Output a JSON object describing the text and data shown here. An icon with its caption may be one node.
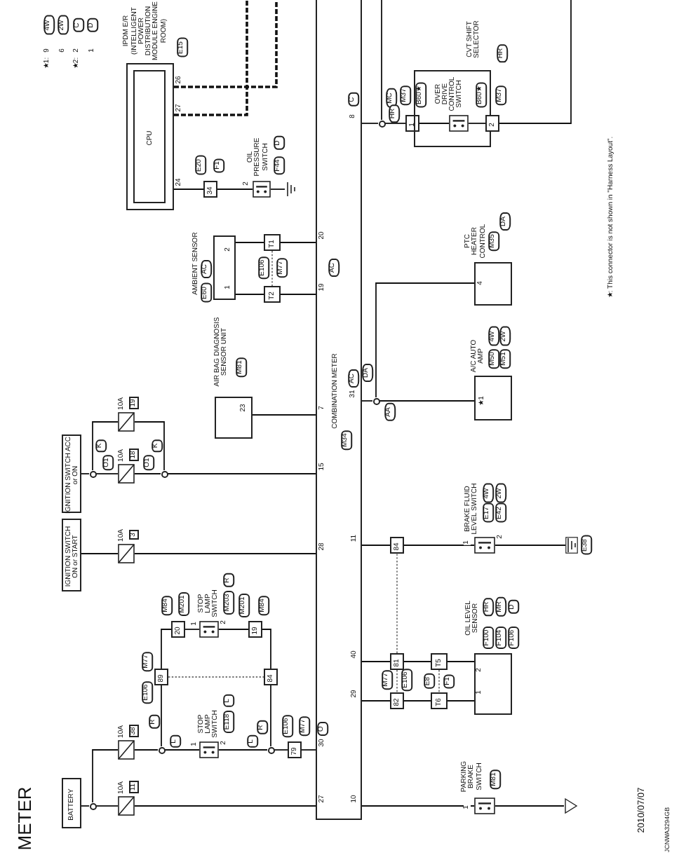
{
  "diagram": {
    "title": "METER",
    "nodes": [
      {
        "text": [
          "BATTERY"
        ]
      },
      {
        "text": [
          "IGNITION SWITCH ON or START"
        ]
      },
      {
        "text": [
          "IGNITION SWITCH ACC or ON"
        ]
      },
      {
        "text": [],
        "shape": "circle"
      },
      {
        "text": [
          "10A",
          "11"
        ]
      },
      {
        "text": [
          "10A",
          "38"
        ]
      },
      {
        "text": [
          "10A",
          "3"
        ]
      },
      {
        "text": [
          "10A",
          "18"
        ]
      },
      {
        "text": [
          "10A",
          "19"
        ]
      },
      {
        "text": [],
        "shape": "circle"
      },
      {
        "text": [],
        "shape": "circle"
      },
      {
        "text": [],
        "shape": "circle"
      },
      {
        "text": [
          "STOP LAMP SWITCH"
        ]
      },
      {
        "text": [
          "89"
        ]
      },
      {
        "text": [
          "20"
        ]
      },
      {
        "text": [
          "STOP LAMP SWITCH"
        ]
      },
      {
        "text": [
          "19"
        ]
      },
      {
        "text": [
          "84"
        ]
      },
      {
        "text": [],
        "shape": "circle"
      },
      {
        "text": [
          "79"
        ]
      },
      {
        "text": [
          "COMBINATION METER"
        ]
      },
      {
        "text": [
          "81"
        ]
      },
      {
        "text": [
          "82"
        ]
      },
      {
        "text": [
          "T5"
        ]
      },
      {
        "text": [
          "T6"
        ]
      },
      {
        "text": [
          "OIL LEVEL SENSOR"
        ]
      },
      {
        "text": [
          "BRAKE FLUID LEVEL SWITCH"
        ]
      },
      {
        "text": [],
        "shape": "ground",
        "beside": [
          "E38"
        ]
      },
      {
        "text": [
          "PARKING BRAKE SWITCH"
        ]
      },
      {
        "text": [],
        "shape": "ground"
      },
      {
        "text": [],
        "shape": "circle"
      },
      {
        "text": [
          "A/C AUTO AMP"
        ]
      },
      {
        "text": [
          "PTC HEATER CONTROL"
        ]
      },
      {
        "text": [],
        "shape": "circle"
      },
      {
        "text": [
          "1"
        ]
      },
      {
        "text": [
          "CVT SHIFT SELECTOR"
        ]
      },
      {
        "text": [
          "OVER DRIVE CONTROL SWITCH"
        ],
        "in": 35
      },
      {
        "text": [
          "2"
        ]
      },
      {
        "text": [
          "IPDM E/R (INTELLIGENT POWER DISTRIBUTION MODULE ENGINE ROOM)"
        ]
      },
      {
        "text": [
          "CPU"
        ],
        "in": 38
      },
      {
        "text": [
          "34"
        ]
      },
      {
        "text": [
          "OIL PRESSURE SWITCH"
        ]
      },
      {
        "text": [],
        "shape": "ground"
      },
      {
        "text": [
          "AMBIENT SENSOR"
        ]
      },
      {
        "text": [
          "T1"
        ]
      },
      {
        "text": [
          "T2"
        ]
      },
      {
        "text": [
          "AIR BAG DIAGNOSIS SENSOR UNIT"
        ]
      },
      {
        "text": [
          "84"
        ]
      }
    ],
    "edges": [
      {
        "from": 0,
        "to": 3,
        "arrow": "none"
      },
      {
        "from": 3,
        "to": 4,
        "arrow": "none"
      },
      {
        "from": 4,
        "to": 20,
        "arrow": "none"
      },
      {
        "from": 3,
        "to": 5,
        "arrow": "none"
      },
      {
        "from": 5,
        "to": 11,
        "arrow": "none"
      },
      {
        "from": 11,
        "to": 12,
        "arrow": "none"
      },
      {
        "from": 12,
        "to": 18,
        "arrow": "none"
      },
      {
        "from": 18,
        "to": 19,
        "arrow": "none"
      },
      {
        "from": 19,
        "to": 20,
        "arrow": "none"
      },
      {
        "from": 11,
        "to": 13,
        "arrow": "none"
      },
      {
        "from": 13,
        "to": 14,
        "arrow": "none"
      },
      {
        "from": 14,
        "to": 15,
        "arrow": "none"
      },
      {
        "from": 15,
        "to": 16,
        "arrow": "none"
      },
      {
        "from": 16,
        "to": 17,
        "arrow": "none"
      },
      {
        "from": 17,
        "to": 18,
        "arrow": "none"
      },
      {
        "from": 13,
        "to": 17,
        "arrow": "none",
        "style": "dashed",
        "color": "#777777"
      },
      {
        "from": 1,
        "to": 6,
        "arrow": "none"
      },
      {
        "from": 6,
        "to": 20,
        "arrow": "none"
      },
      {
        "from": 2,
        "to": 9,
        "arrow": "none"
      },
      {
        "from": 9,
        "to": 7,
        "arrow": "none"
      },
      {
        "from": 7,
        "to": 10,
        "arrow": "none"
      },
      {
        "from": 9,
        "to": 8,
        "arrow": "none"
      },
      {
        "from": 8,
        "to": 10,
        "arrow": "none"
      },
      {
        "from": 10,
        "to": 20,
        "arrow": "none"
      },
      {
        "from": 38,
        "to": null,
        "arrow": "none",
        "style": "dashed"
      },
      {
        "from": 38,
        "to": null,
        "arrow": "none",
        "style": "dashed"
      },
      {
        "from": 38,
        "to": 40,
        "arrow": "none"
      },
      {
        "from": 40,
        "to": 41,
        "arrow": "none"
      },
      {
        "from": 41,
        "to": 42,
        "arrow": "none"
      },
      {
        "from": 43,
        "to": 44,
        "arrow": "none"
      },
      {
        "from": 44,
        "to": 20,
        "arrow": "none"
      },
      {
        "from": 43,
        "to": 45,
        "arrow": "none"
      },
      {
        "from": 45,
        "to": 20,
        "arrow": "none"
      },
      {
        "from": 44,
        "to": 45,
        "arrow": "none",
        "style": "dashed",
        "color": "#777777"
      },
      {
        "from": 46,
        "to": 20,
        "arrow": "none"
      },
      {
        "from": 20,
        "to": 33,
        "arrow": "none"
      },
      {
        "from": 33,
        "to": null,
        "arrow": "none"
      },
      {
        "from": 33,
        "to": 34,
        "arrow": "none"
      },
      {
        "from": 34,
        "to": 36,
        "arrow": "none"
      },
      {
        "from": 36,
        "to": 37,
        "arrow": "none"
      },
      {
        "from": 37,
        "to": null,
        "arrow": "none"
      },
      {
        "from": 20,
        "to": 30,
        "arrow": "none"
      },
      {
        "from": 30,
        "to": 31,
        "arrow": "none"
      },
      {
        "from": 30,
        "to": 32,
        "arrow": "none"
      },
      {
        "from": 20,
        "to": 47,
        "arrow": "none"
      },
      {
        "from": 47,
        "to": 26,
        "arrow": "none"
      },
      {
        "from": 26,
        "to": 27,
        "arrow": "none"
      },
      {
        "from": 21,
        "to": 47,
        "arrow": "none",
        "style": "dashed",
        "color": "#777777"
      },
      {
        "from": 20,
        "to": 21,
        "arrow": "none"
      },
      {
        "from": 21,
        "to": 23,
        "arrow": "none"
      },
      {
        "from": 23,
        "to": 25,
        "arrow": "none"
      },
      {
        "from": 20,
        "to": 22,
        "arrow": "none"
      },
      {
        "from": 22,
        "to": 24,
        "arrow": "none"
      },
      {
        "from": 24,
        "to": 25,
        "arrow": "none"
      },
      {
        "from": 21,
        "to": 22,
        "arrow": "none",
        "style": "dashed",
        "color": "#777777"
      },
      {
        "from": 23,
        "to": 24,
        "arrow": "none",
        "style": "dashed",
        "color": "#777777"
      },
      {
        "from": 20,
        "to": 28,
        "arrow": "none"
      },
      {
        "from": 28,
        "to": 29,
        "arrow": "none"
      }
    ],
    "labels": [
      "★1:",
      "9",
      "4W",
      "6",
      "2W",
      "★2:",
      "2",
      "C",
      "1",
      "D",
      "E15",
      "26",
      "27",
      "24",
      "E20",
      "F1",
      "2",
      "F44",
      "D",
      "E60",
      "AC",
      "2",
      "1",
      "E106",
      "M77",
      "20",
      "19",
      "AC",
      "M81",
      "23",
      "7",
      "M34",
      "K",
      "O1",
      "O1",
      "K",
      "15",
      "28",
      "M84",
      "M201",
      "M203",
      "R",
      "1",
      "2",
      "M201",
      "M84",
      "M77",
      "E106",
      "R",
      "L",
      "E118",
      "L",
      "1",
      "2",
      "R",
      "L",
      "E106",
      "M77",
      "O",
      "30",
      "27",
      "C",
      "8",
      "MC",
      "HR",
      "M37",
      "B60★",
      "B60★",
      "M37",
      "HR",
      "AC",
      "31",
      "DA",
      "AA",
      "4",
      "M35",
      "DA",
      "★1",
      "4W",
      "2W",
      "M50",
      "M51",
      "11",
      "E17",
      "E42",
      "4W",
      "2W",
      "1",
      "2",
      "40",
      "29",
      "M77",
      "E106",
      "E8",
      "F1",
      "HR",
      "MR",
      "D",
      "F100",
      "F104",
      "F106",
      "2",
      "1",
      "10",
      "M81",
      "1",
      "★: This connector is not shown in \"Harness Layout\".",
      "2010/07/07",
      "JCNWA3294GB"
    ]
  }
}
